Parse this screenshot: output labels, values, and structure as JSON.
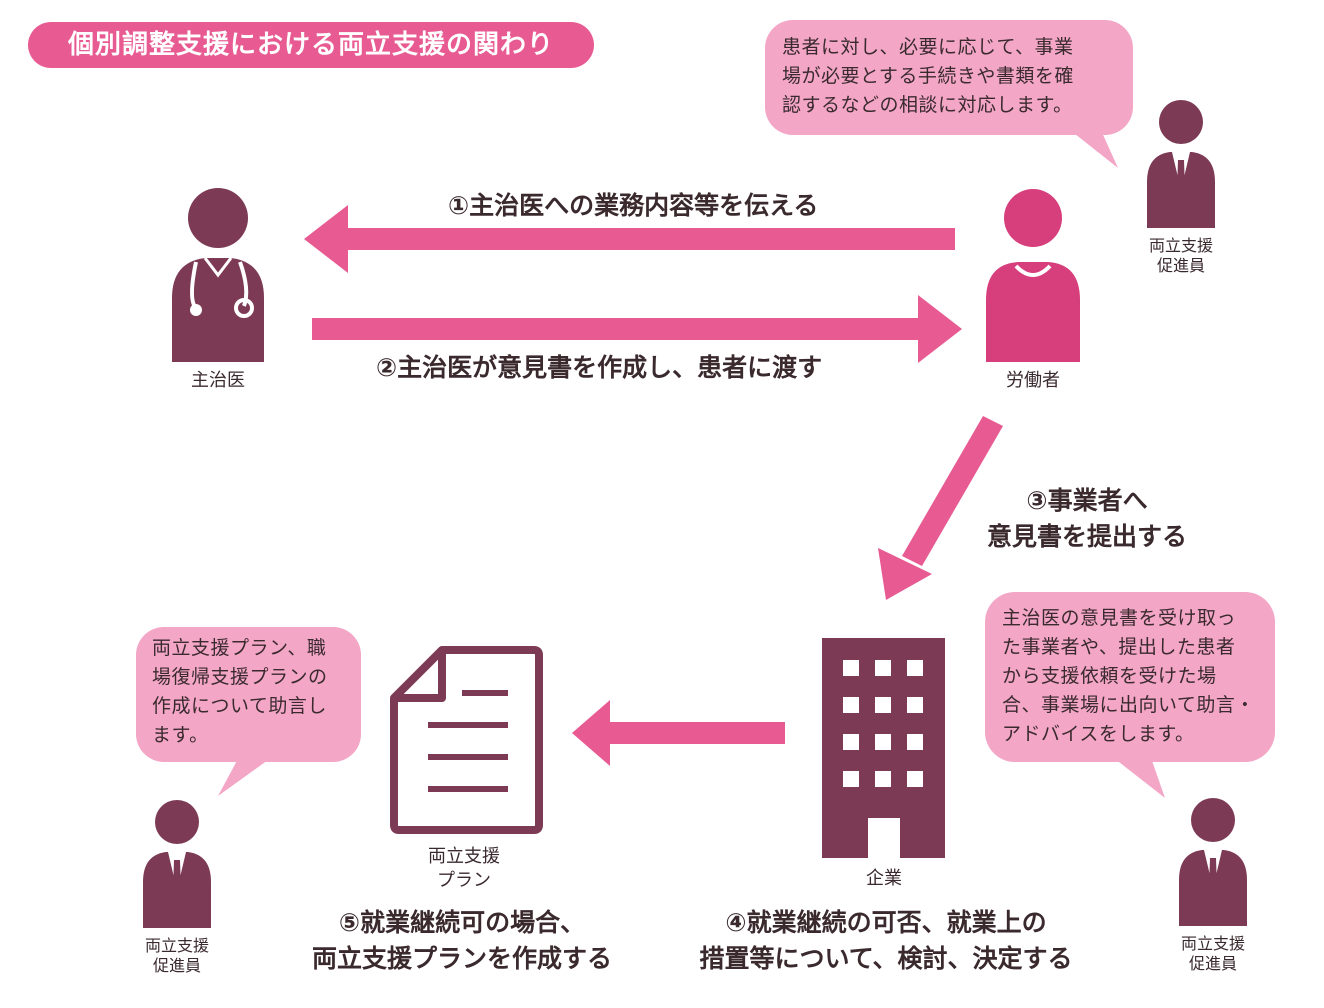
{
  "title": "個別調整支援における両立支援の関わり",
  "colors": {
    "accent_pink": "#e85a92",
    "bubble_pink": "#f3a6c6",
    "figure_brown": "#7d3a55",
    "worker_pink": "#d63e7c"
  },
  "bubbles": {
    "top_right": "患者に対し、必要に応じて、事業\n場が必要とする手続きや書類を確\n認するなどの相談に対応します。",
    "bottom_left": "両立支援プラン、職\n場復帰支援プランの\n作成について助言し\nます。",
    "bottom_right": "主治医の意見書を受け取っ\nた事業者や、提出した患者\nから支援依頼を受けた場\n合、事業場に出向いて助言・\nアドバイスをします。"
  },
  "figures": {
    "doctor_label": "主治医",
    "worker_label": "労働者",
    "company_label": "企業",
    "plan_label": "両立支援\nプラン",
    "promoter_label": "両立支援\n促進員"
  },
  "steps": {
    "step1": "①主治医への業務内容等を伝える",
    "step2": "②主治医が意見書を作成し、患者に渡す",
    "step3": "③事業者へ\n意見書を提出する",
    "step4": "④就業継続の可否、就業上の\n措置等について、検討、決定する",
    "step5": "⑤就業継続可の場合、\n両立支援プランを作成する"
  }
}
